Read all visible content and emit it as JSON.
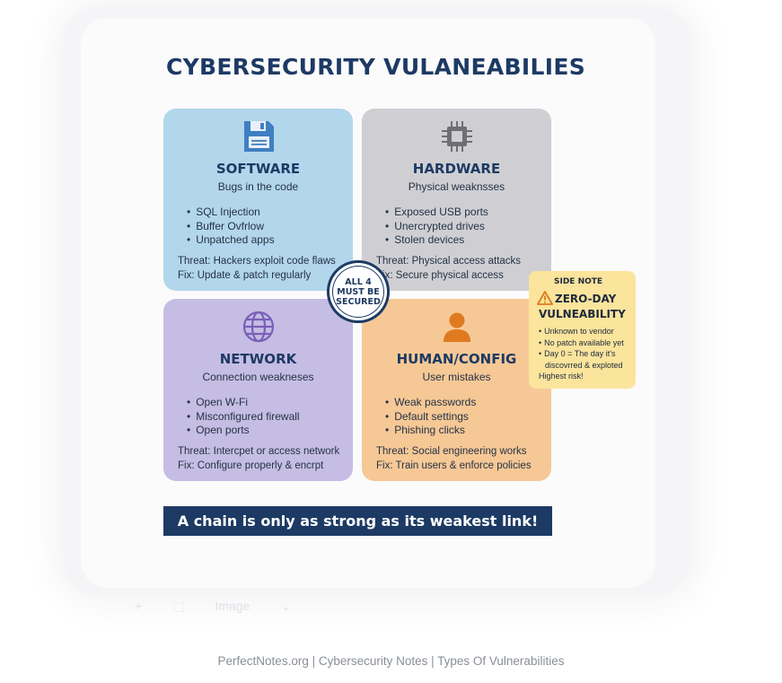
{
  "title": "CYBERSECURITY VULANEABILIES",
  "quadrants": [
    {
      "name": "SOFTWARE",
      "subtitle": "Bugs in the code",
      "icon": "floppy-disk-icon",
      "color": "#b2d6ec",
      "items": [
        "SQL Injection",
        "Buffer Ovfrlow",
        "Unpatched apps"
      ],
      "threat": "Threat: Hackers exploit code flaws",
      "fix": "Fix: Update & patch regularly"
    },
    {
      "name": "HARDWARE",
      "subtitle": "Physical weaknsses",
      "icon": "chip-icon",
      "color": "#cfcfd3",
      "items": [
        "Exposed USB ports",
        "Unercrypted drives",
        "Stolen devices"
      ],
      "threat": "Threat: Physical access attacks",
      "fix": "Fix: Secure physical access"
    },
    {
      "name": "NETWORK",
      "subtitle": "Connection weakneses",
      "icon": "globe-icon",
      "color": "#c5bde3",
      "items": [
        "Open W-Fi",
        "Misconfigured firewall",
        "Open ports"
      ],
      "threat": "Threat: Intercpet or access network",
      "fix": "Fix: Configure properly & encrpt"
    },
    {
      "name": "HUMAN/CONFIG",
      "subtitle": "User mistakes",
      "icon": "user-icon",
      "color": "#f6c896",
      "items": [
        "Weak passwords",
        "Default settings",
        "Phishing clicks"
      ],
      "threat": "Threat: Social engineering works",
      "fix": "Fix: Train users & enforce policies"
    }
  ],
  "badge": {
    "line1": "ALL 4",
    "line2": "MUST BE",
    "line3": "SECURED"
  },
  "side_note": {
    "heading": "SIDE NOTE",
    "title_line1": "ZERO-DAY",
    "title_line2": "VULNEABILITY",
    "icon": "warning-icon",
    "items": [
      "Unknown to vendor",
      "No patch available yet",
      "Day 0 = The day it's discovrred & exploted"
    ],
    "extra": "Highest risk!"
  },
  "banner": "A chain is only as strong as its weakest link!",
  "ghost_toolbar": {
    "plus": "+",
    "image_label": "Image"
  },
  "footer": "PerfectNotes.org | Cybersecurity Notes | Types Of Vulnerabilities",
  "colors": {
    "navy": "#1d3a64",
    "sidenote": "#fbe49c"
  }
}
